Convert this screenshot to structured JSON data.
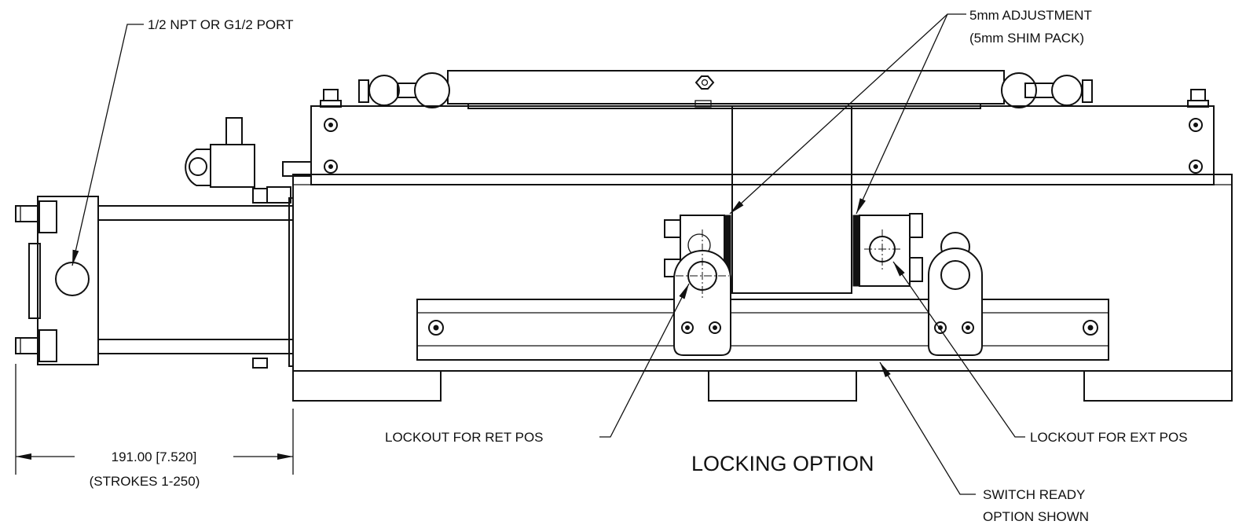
{
  "callouts": {
    "port": "1/2 NPT OR G1/2 PORT",
    "adjustment_line1": "5mm ADJUSTMENT",
    "adjustment_line2": "(5mm SHIM PACK)",
    "lockout_ret": "LOCKOUT FOR RET POS",
    "lockout_ext": "LOCKOUT FOR EXT POS",
    "switch_line1": "SWITCH READY",
    "switch_line2": "OPTION SHOWN"
  },
  "title": "LOCKING OPTION",
  "dimension": {
    "value": "191.00 [7.520]",
    "note": "(STROKES 1-250)"
  }
}
